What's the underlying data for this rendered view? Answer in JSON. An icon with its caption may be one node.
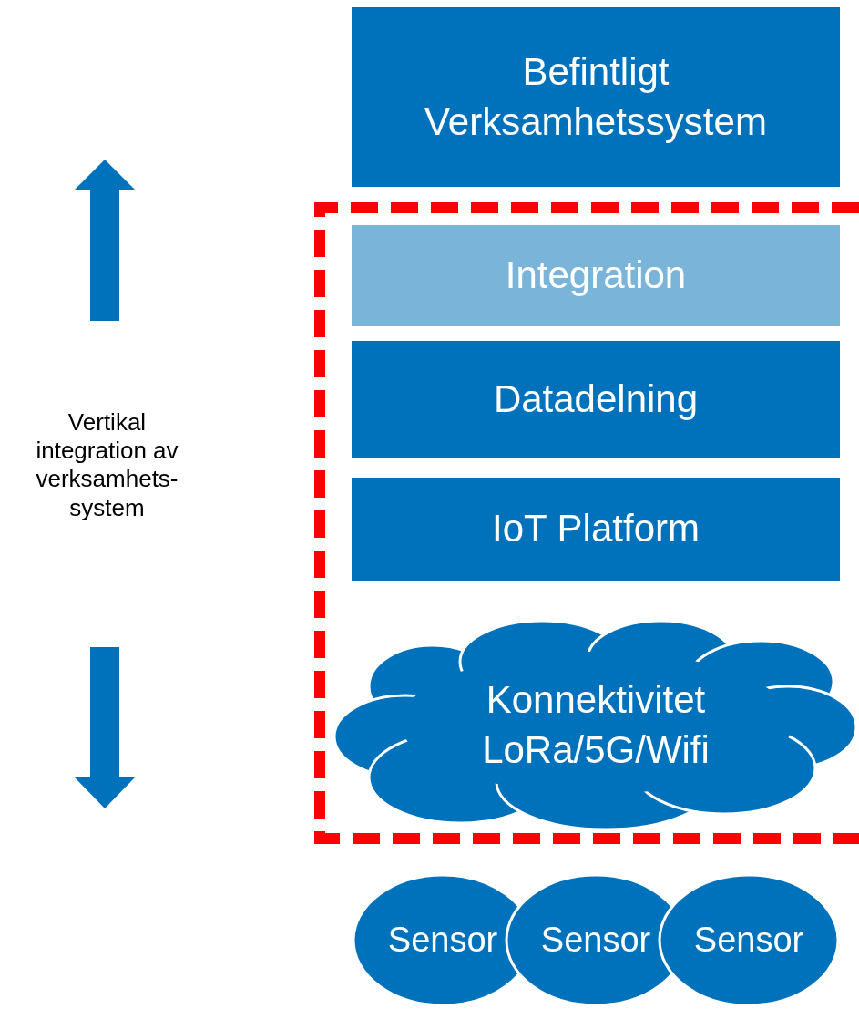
{
  "diagram": {
    "nodes": [
      {
        "text": [
          "Befintligt Verksamhetssystem"
        ]
      },
      {
        "text": [],
        "shape": "box"
      },
      {
        "text": [
          "Integration"
        ],
        "in": 1
      },
      {
        "text": [
          "Datadelning"
        ],
        "in": 1
      },
      {
        "text": [
          "IoT Platform"
        ],
        "in": 1
      },
      {
        "text": [
          "Konnektivitet",
          "LoRa/5G/Wifi"
        ],
        "in": 1
      },
      {
        "text": [
          "Sensor"
        ]
      },
      {
        "text": [
          "Sensor"
        ]
      },
      {
        "text": [
          "Sensor"
        ]
      }
    ],
    "edges": [],
    "labels": [
      "Vertikal integration av verksamhets- system"
    ]
  }
}
